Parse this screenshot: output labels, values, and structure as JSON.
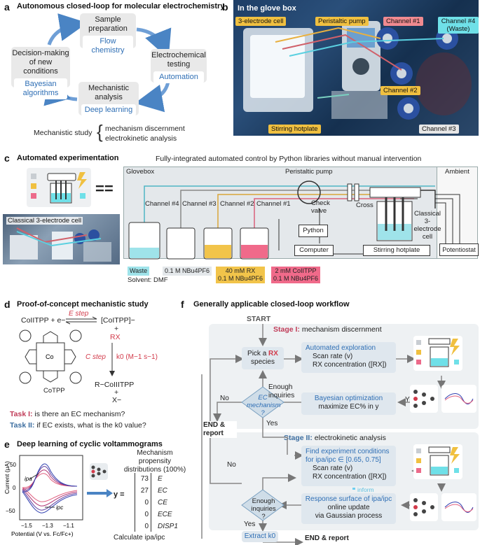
{
  "panel_a": {
    "letter": "a",
    "title": "Autonomous closed-loop for molecular electrochemistry",
    "steps": [
      {
        "label": "Sample preparation",
        "sub": "Flow chemistry"
      },
      {
        "label": "Electrochemical testing",
        "sub": "Automation"
      },
      {
        "label": "Mechanistic analysis",
        "sub": "Deep learning"
      },
      {
        "label": "Decision-making of new conditions",
        "sub": "Bayesian algorithms"
      }
    ],
    "mech_label": "Mechanistic study",
    "mech_items": [
      "mechanism discernment",
      "electrokinetic analysis"
    ]
  },
  "panel_b": {
    "letter": "b",
    "title": "In the glove box",
    "labels": {
      "cell": "3-electrode cell",
      "pump": "Peristaltic pump",
      "ch1": "Channel #1",
      "ch4": "Channel #4 (Waste)",
      "ch2": "Channel #2",
      "ch3": "Channel #3",
      "hotplate": "Stirring hotplate"
    }
  },
  "panel_c": {
    "letter": "c",
    "title": "Automated experimentation",
    "subtitle": "Fully-integrated automated control by Python libraries without manual intervention",
    "photo_label": "Classical 3-electrode cell",
    "glovebox": "Glovebox",
    "ambient": "Ambient",
    "pump": "Peristaltic pump",
    "check_valve": "Check valve",
    "cross": "Cross",
    "channels": [
      "Channel #4",
      "Channel #3",
      "Channel #2",
      "Channel #1"
    ],
    "python": "Python",
    "computer": "Computer",
    "hotplate": "Stirring hotplate",
    "cell": "Classical 3-electrode cell",
    "potentiostat": "Potentiostat",
    "solutions": {
      "waste": "Waste",
      "ch3": "0.1 M NBu4PF6",
      "ch2_line1": "40 mM RX",
      "ch2_line2": "0.1 M NBu4PF6",
      "ch1_line1": "2 mM CoIITPP",
      "ch1_line2": "0.1 M NBu4PF6"
    },
    "solvent": "Solvent: DMF"
  },
  "panel_d": {
    "letter": "d",
    "title": "Proof-of-concept mechanistic study",
    "reactant": "CoIITPP + e−",
    "product": "[CoITPP]−",
    "e_step": "E step",
    "plus": "+",
    "rx": "RX",
    "c_step": "C step",
    "k0": "k0 (M−1 s−1)",
    "molecule": "CoTPP",
    "final_product": "R−CoIIITPP",
    "plus2": "+",
    "halide": "X−",
    "task1_label": "Task I:",
    "task1_text": "is there an EC mechanism?",
    "task2_label": "Task II:",
    "task2_text": "if EC exists, what is the k0 value?"
  },
  "panel_e": {
    "letter": "e",
    "title": "Deep learning of cyclic voltammograms",
    "xlabel": "Potential (V vs. Fc/Fc+)",
    "ylabel": "Current (μA)",
    "xticks": [
      "−1.5",
      "−1.3",
      "−1.1"
    ],
    "yticks": [
      "50",
      "0",
      "−50"
    ],
    "ipa": "ipa",
    "ipc": "ipc",
    "propensity_title": "Mechanism propensity distributions (100%)",
    "y_label": "y =",
    "vector": [
      {
        "value": "73",
        "name": "E"
      },
      {
        "value": "27",
        "name": "EC"
      },
      {
        "value": "0",
        "name": "CE"
      },
      {
        "value": "0",
        "name": "ECE"
      },
      {
        "value": "0",
        "name": "DISP1"
      }
    ],
    "calc": "Calculate ipa/ipc"
  },
  "panel_f": {
    "letter": "f",
    "title": "Generally applicable closed-loop workflow",
    "start": "START",
    "stage1": "Stage I: mechanism discernment",
    "stage1_prefix": "Stage I:",
    "stage1_rest": "mechanism discernment",
    "stage2_prefix": "Stage II:",
    "stage2_rest": "electrokinetic analysis",
    "pick_prefix": "Pick a",
    "pick_rx": "RX",
    "pick_suffix": "species",
    "auto_title": "Automated exploration",
    "auto_l1": "Scan rate (v)",
    "auto_l2": "RX concentration ([RX])",
    "bayes_title": "Bayesian optimization",
    "bayes_text": "maximize EC% in y",
    "yield_y": "Yield y",
    "enough1": "Enough inquiries",
    "ec_mech": "EC mechanism ?",
    "no": "No",
    "yes": "Yes",
    "end_report": "END & report",
    "find_title": "Find experiment conditions for ipa/ipc ∈ [0.65, 0.75]",
    "find_l1": "Scan rate (v)",
    "find_l2": "RX concentration ([RX])",
    "inform": "inform",
    "enough2": "Enough inquiries ?",
    "response_title": "Response surface of ipa/ipc",
    "response_l1": "online update",
    "response_l2": "via Gaussian process",
    "no2": "No",
    "yes2": "Yes",
    "extract": "Extract k0",
    "end_report2": "END & report"
  }
}
